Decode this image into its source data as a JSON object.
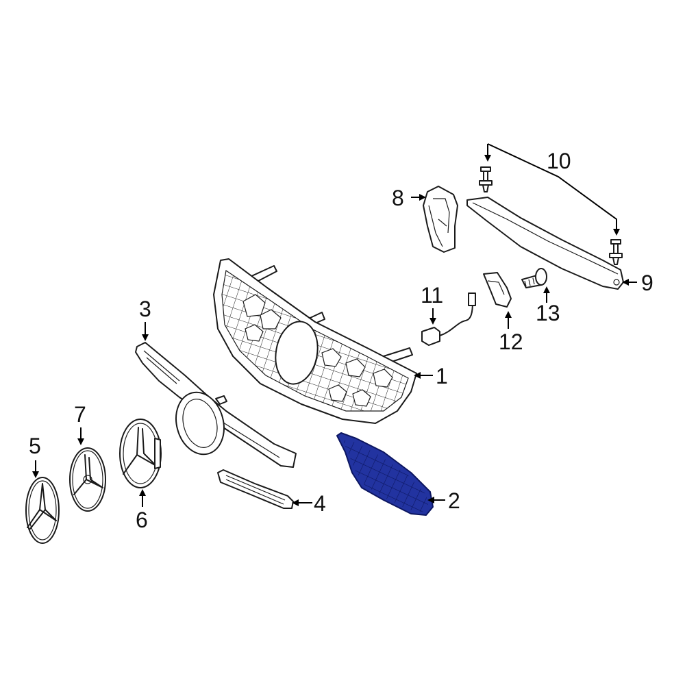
{
  "diagram": {
    "highlight_color": "#2233a0",
    "background": "#ffffff",
    "callouts": [
      {
        "id": "1",
        "label": "1"
      },
      {
        "id": "2",
        "label": "2"
      },
      {
        "id": "3",
        "label": "3"
      },
      {
        "id": "4",
        "label": "4"
      },
      {
        "id": "5",
        "label": "5"
      },
      {
        "id": "6",
        "label": "6"
      },
      {
        "id": "7",
        "label": "7"
      },
      {
        "id": "8",
        "label": "8"
      },
      {
        "id": "9",
        "label": "9"
      },
      {
        "id": "10",
        "label": "10"
      },
      {
        "id": "11",
        "label": "11"
      },
      {
        "id": "12",
        "label": "12"
      },
      {
        "id": "13",
        "label": "13"
      }
    ]
  }
}
